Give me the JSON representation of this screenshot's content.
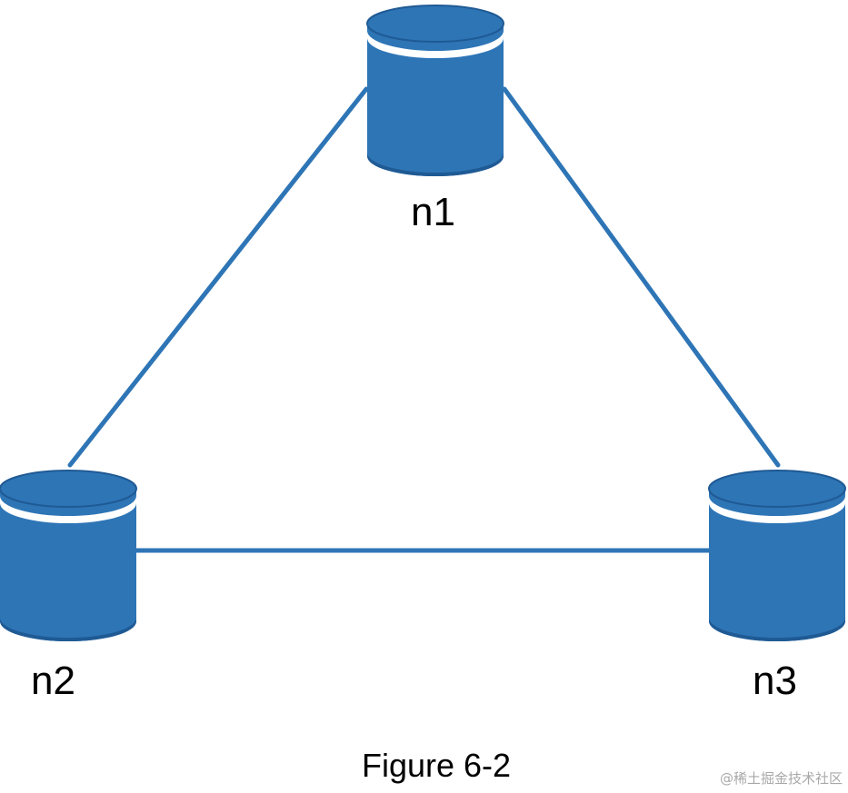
{
  "diagram": {
    "accent_color": "#2e75b6",
    "cylinder_dark_color": "#1f5a94",
    "cylinder_band_color": "#ffffff",
    "nodes": [
      {
        "id": "n1",
        "label": "n1",
        "shape": "database-cylinder"
      },
      {
        "id": "n2",
        "label": "n2",
        "shape": "database-cylinder"
      },
      {
        "id": "n3",
        "label": "n3",
        "shape": "database-cylinder"
      }
    ],
    "edges": [
      {
        "from": "n1",
        "to": "n2"
      },
      {
        "from": "n1",
        "to": "n3"
      },
      {
        "from": "n2",
        "to": "n3"
      }
    ]
  },
  "caption": "Figure 6-2",
  "watermark": "@稀土掘金技术社区"
}
